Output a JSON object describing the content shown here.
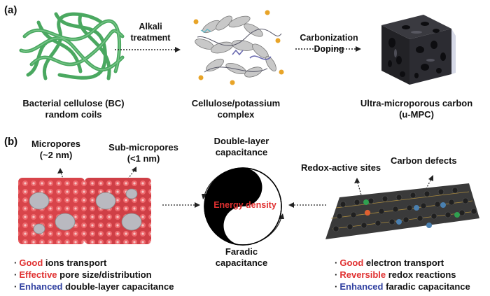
{
  "panel_a": {
    "tag": "(a)",
    "arrow1_label": [
      "Alkali",
      "treatment"
    ],
    "arrow2_label": [
      "Carbonization",
      "Doping"
    ],
    "captions": [
      [
        "Bacterial cellulose (BC)",
        "random coils"
      ],
      [
        "Cellulose/potassium",
        "complex"
      ],
      [
        "Ultra-microporous carbon",
        "(u-MPC)"
      ]
    ]
  },
  "panel_b": {
    "tag": "(b)",
    "micropores": [
      "Micropores",
      "(~2 nm)"
    ],
    "sub_micropores": [
      "Sub-micropores",
      "(<1 nm)"
    ],
    "double_layer": [
      "Double-layer",
      "capacitance"
    ],
    "faradic": [
      "Faradic",
      "capacitance"
    ],
    "energy_density": "Energy density",
    "redox_sites": "Redox-active sites",
    "carbon_defects": "Carbon defects",
    "left_bullets": [
      {
        "key": "Good",
        "rest": " ions transport",
        "color": "#e03030"
      },
      {
        "key": "Effective",
        "rest": " pore size/distribution",
        "color": "#e03030"
      },
      {
        "key": "Enhanced",
        "rest": " double-layer capacitance",
        "color": "#3040a0"
      }
    ],
    "right_bullets": [
      {
        "key": "Good",
        "rest": " electron transport",
        "color": "#e03030"
      },
      {
        "key": "Reversible",
        "rest": " redox reactions",
        "color": "#e03030"
      },
      {
        "key": "Enhanced",
        "rest": " faradic capacitance",
        "color": "#3040a0"
      }
    ],
    "bullet_char": "·"
  }
}
